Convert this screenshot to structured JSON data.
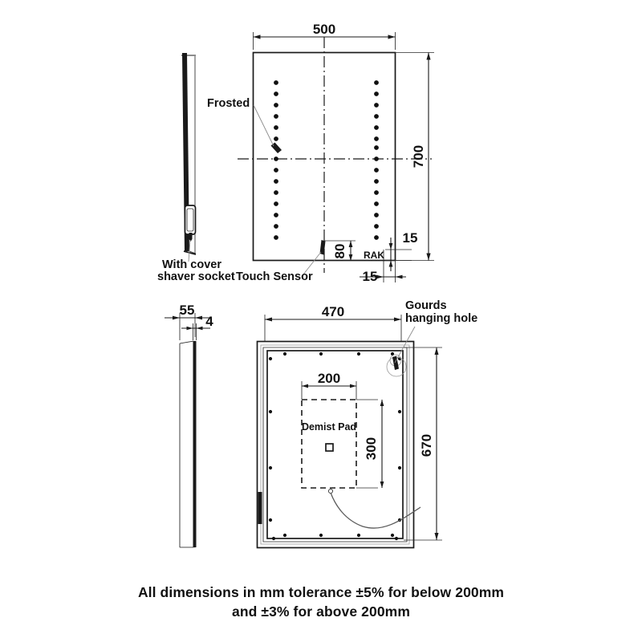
{
  "sheet": {
    "title": "LED bathroom mirror technical dimension drawing",
    "units_note_line1": "All dimensions in mm tolerance ±5% for below 200mm",
    "units_note_line2": "and ±3% for above 200mm",
    "line_color": "#1a1a1a",
    "leader_color": "#8c8c8c",
    "background": "#ffffff"
  },
  "views": {
    "front": {
      "name": "front-elevation",
      "dimensions": {
        "width": "500",
        "height": "700",
        "touch_sensor_offset": "80",
        "logo_offset_horizontal": "15",
        "logo_offset_vertical": "15"
      },
      "labels": {
        "frosted": "Frosted",
        "touch_sensor": "Touch Sensor",
        "brand": "RAK"
      }
    },
    "side_upper": {
      "name": "side-elevation-upper",
      "labels": {
        "shaver_socket_line1": "With cover",
        "shaver_socket_line2": "shaver socket"
      }
    },
    "side_lower": {
      "name": "side-elevation-lower",
      "dimensions": {
        "depth": "55",
        "glass_thickness": "4"
      }
    },
    "rear": {
      "name": "rear-elevation",
      "dimensions": {
        "width": "470",
        "height": "670",
        "demist_pad_width": "200",
        "demist_pad_height": "300"
      },
      "labels": {
        "demist_pad": "Demist Pad",
        "hanging_hole_line1": "Gourds",
        "hanging_hole_line2": "hanging hole"
      }
    }
  }
}
